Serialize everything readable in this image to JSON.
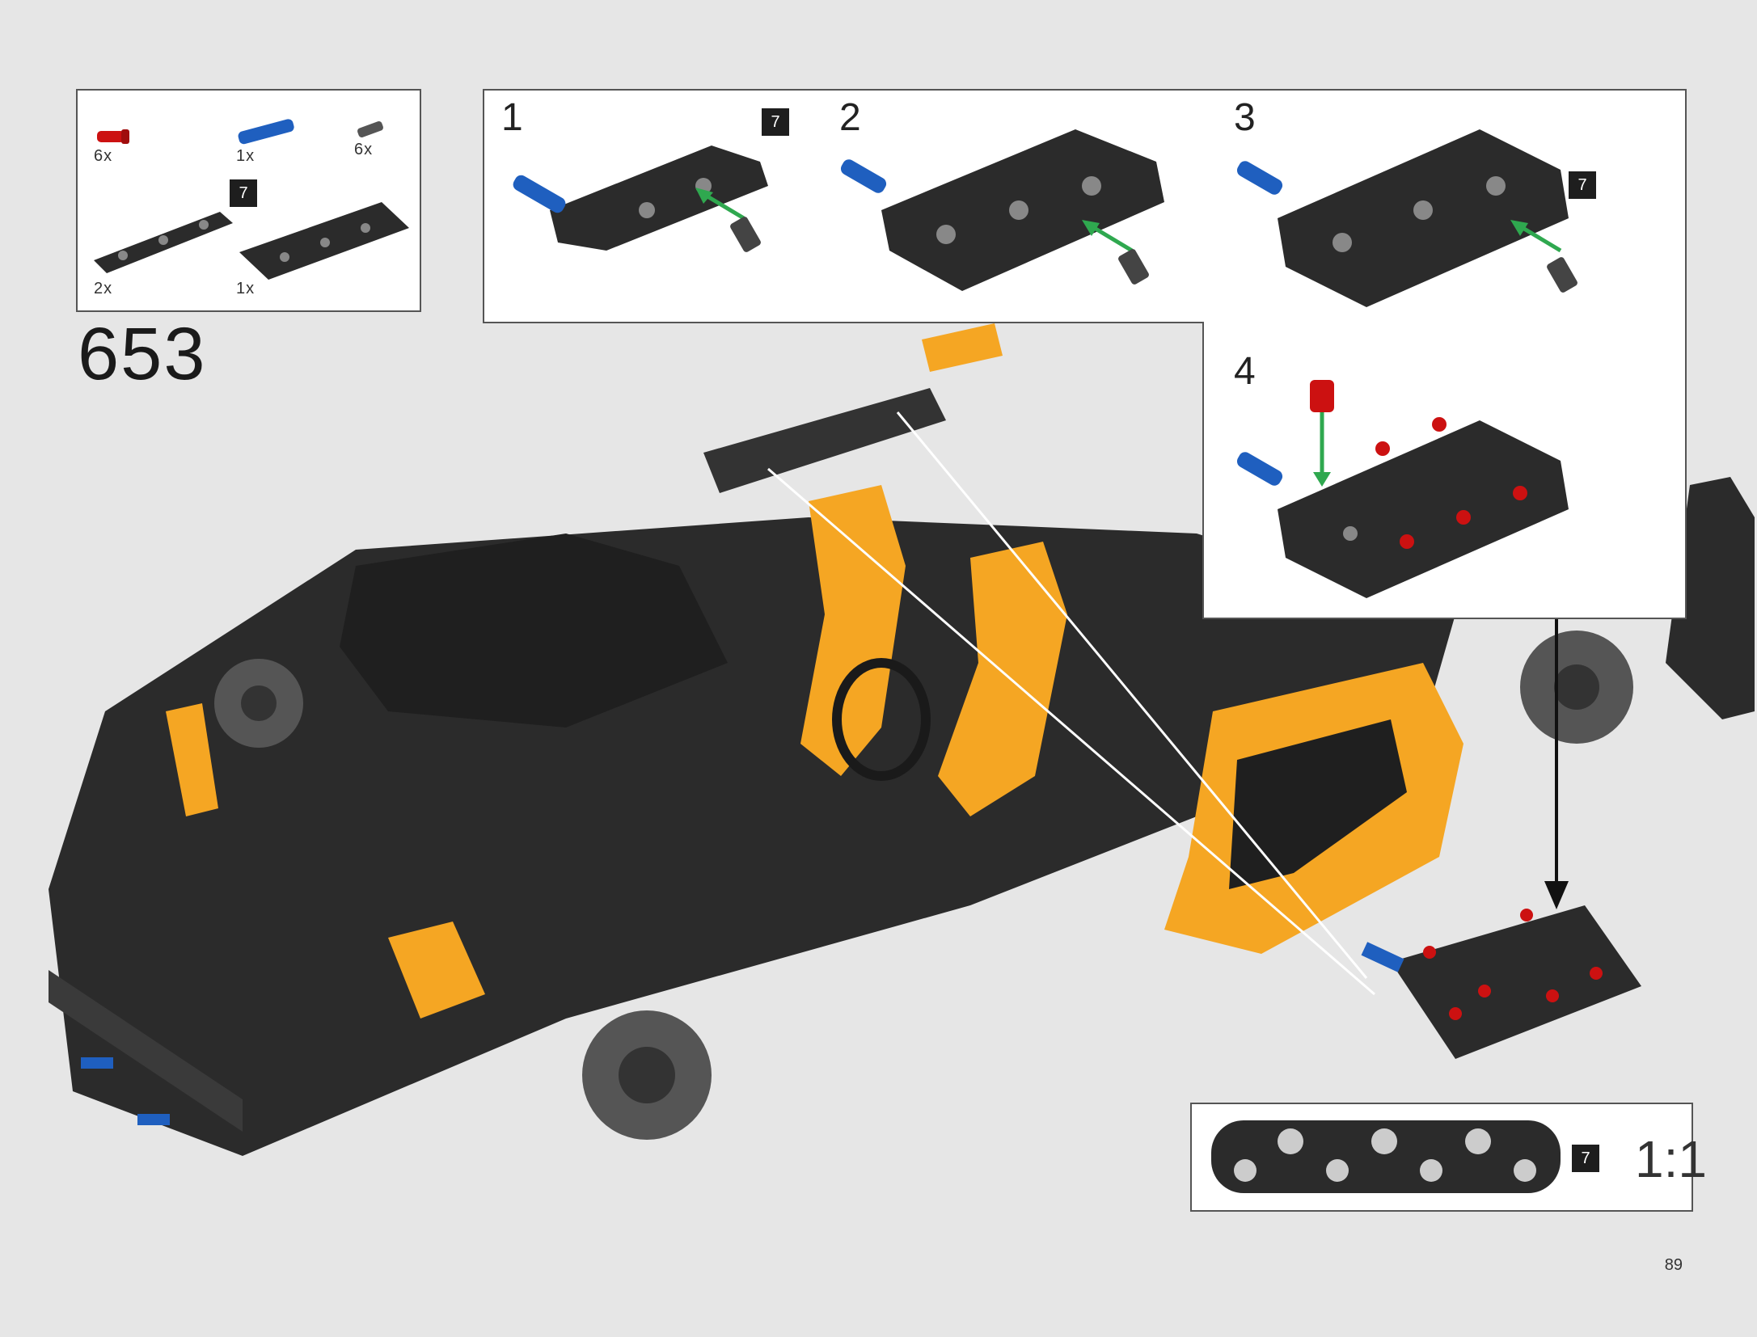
{
  "step": {
    "number": "653"
  },
  "page": {
    "number": "89"
  },
  "parts": [
    {
      "qty": "6x",
      "icon": "red-pin-icon"
    },
    {
      "qty": "1x",
      "icon": "blue-axle-pin-icon"
    },
    {
      "qty": "6x",
      "icon": "gray-pin-icon"
    },
    {
      "qty": "2x",
      "icon": "beam-7-icon",
      "badge": "7"
    },
    {
      "qty": "1x",
      "icon": "panel-7-icon"
    }
  ],
  "substeps": [
    {
      "number": "1",
      "badge": "7"
    },
    {
      "number": "2"
    },
    {
      "number": "3",
      "badge": "7"
    },
    {
      "number": "4"
    }
  ],
  "scale_box": {
    "badge": "7",
    "scale": "1:1"
  },
  "colors": {
    "background": "#e6e6e6",
    "brick_dark": "#2b2b2b",
    "orange": "#f5a623",
    "blue": "#1f5fbf",
    "red": "#cc1111",
    "green_arrow": "#2fa84f"
  }
}
